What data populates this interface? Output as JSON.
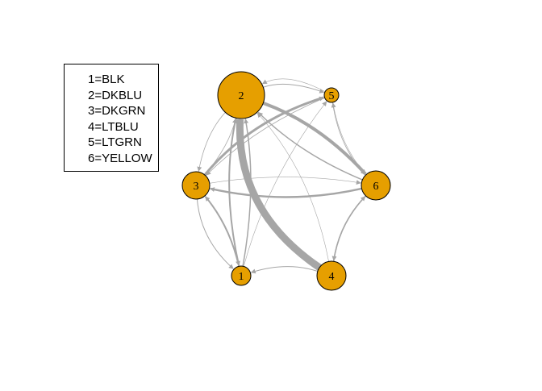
{
  "legend": {
    "items": [
      "1=BLK",
      "2=DKBLU",
      "3=DKGRN",
      "4=LTBLU",
      "5=LTGRN",
      "6=YELLOW"
    ]
  },
  "colors": {
    "node_fill": "#E69F00",
    "node_stroke": "#000000",
    "edge": "#A6A6A6"
  },
  "nodes": [
    {
      "id": "1",
      "label": "1"
    },
    {
      "id": "2",
      "label": "2"
    },
    {
      "id": "3",
      "label": "3"
    },
    {
      "id": "4",
      "label": "4"
    },
    {
      "id": "5",
      "label": "5"
    },
    {
      "id": "6",
      "label": "6"
    }
  ],
  "edges": [
    {
      "from": "4",
      "to": "2"
    },
    {
      "from": "2",
      "to": "6"
    },
    {
      "from": "3",
      "to": "5"
    },
    {
      "from": "6",
      "to": "3"
    },
    {
      "from": "2",
      "to": "1"
    },
    {
      "from": "1",
      "to": "2"
    },
    {
      "from": "1",
      "to": "3"
    },
    {
      "from": "4",
      "to": "6"
    },
    {
      "from": "6",
      "to": "4"
    },
    {
      "from": "3",
      "to": "1"
    },
    {
      "from": "6",
      "to": "2"
    },
    {
      "from": "2",
      "to": "5"
    },
    {
      "from": "4",
      "to": "1"
    },
    {
      "from": "5",
      "to": "6"
    },
    {
      "from": "3",
      "to": "2"
    },
    {
      "from": "2",
      "to": "3"
    },
    {
      "from": "5",
      "to": "3"
    },
    {
      "from": "1",
      "to": "5"
    },
    {
      "from": "4",
      "to": "2"
    },
    {
      "from": "5",
      "to": "2"
    },
    {
      "from": "6",
      "to": "5"
    },
    {
      "from": "3",
      "to": "6"
    }
  ]
}
